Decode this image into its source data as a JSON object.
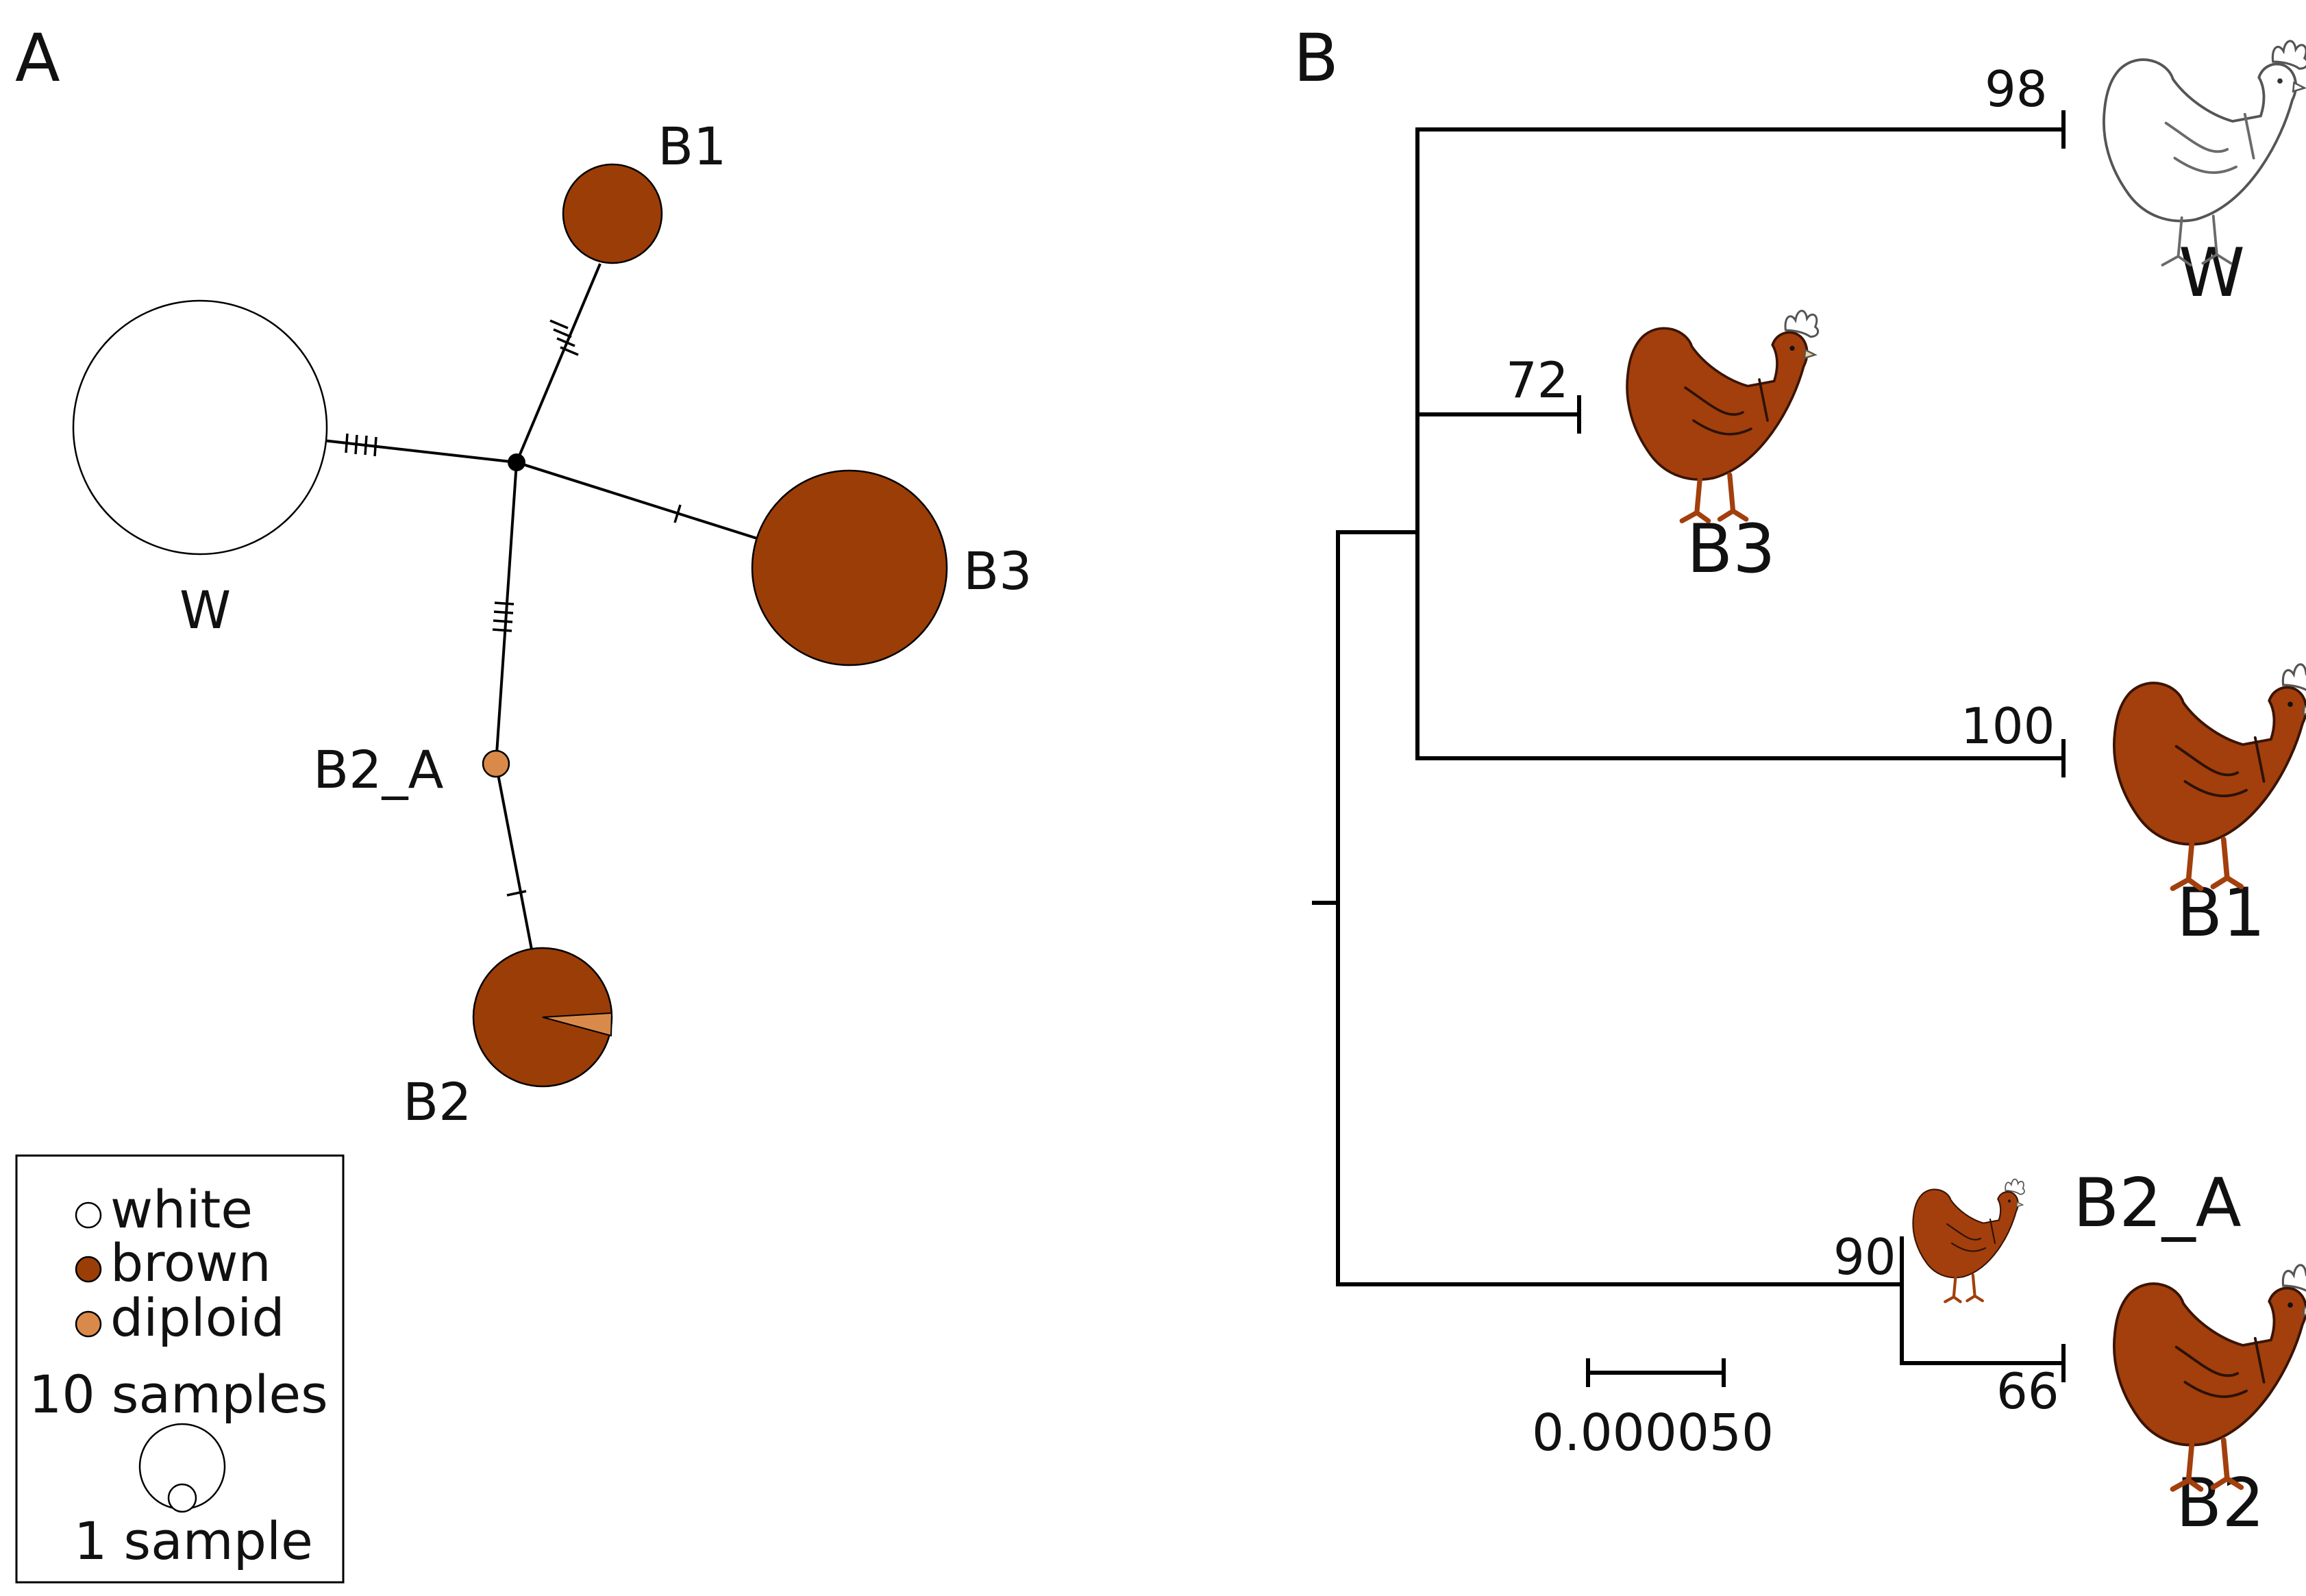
{
  "colors": {
    "white": "#ffffff",
    "brown": "#9b3d06",
    "diploid": "#d98a4b",
    "hen_brown": "#a23f0c",
    "hen_white": "#ffffff"
  },
  "panel_a": {
    "letter": "A",
    "nodes": [
      {
        "id": "W",
        "label": "W",
        "samples": 26,
        "color": "white"
      },
      {
        "id": "B1",
        "label": "B1",
        "samples": 4,
        "color": "brown"
      },
      {
        "id": "B3",
        "label": "B3",
        "samples": 16,
        "color": "brown"
      },
      {
        "id": "B2_A",
        "label": "B2_A",
        "samples": 1,
        "color": "diploid"
      },
      {
        "id": "B2",
        "label": "B2",
        "samples": 8,
        "color": "brown",
        "diploid_fraction": 0.03
      }
    ],
    "edges": [
      {
        "from": "hub",
        "to": "W",
        "mutations": 4
      },
      {
        "from": "hub",
        "to": "B1",
        "mutations": 4
      },
      {
        "from": "hub",
        "to": "B3",
        "mutations": 1
      },
      {
        "from": "hub",
        "to": "B2_A",
        "mutations": 4
      },
      {
        "from": "B2_A",
        "to": "B2",
        "mutations": 1
      }
    ],
    "legend": {
      "entries": [
        {
          "label": "white",
          "color": "white"
        },
        {
          "label": "brown",
          "color": "brown"
        },
        {
          "label": "diploid",
          "color": "diploid"
        }
      ],
      "size_large": "10 samples",
      "size_small": "1 sample"
    }
  },
  "panel_b": {
    "letter": "B",
    "tips": [
      {
        "label": "W",
        "support": "98",
        "hen": "white"
      },
      {
        "label": "B3",
        "support": "72",
        "hen": "brown"
      },
      {
        "label": "B1",
        "support": "100",
        "hen": "brown"
      },
      {
        "label": "B2_A",
        "support": "90",
        "hen": "brown"
      },
      {
        "label": "B2",
        "support": "66",
        "hen": "brown"
      }
    ],
    "scale_bar": "0.000050"
  }
}
